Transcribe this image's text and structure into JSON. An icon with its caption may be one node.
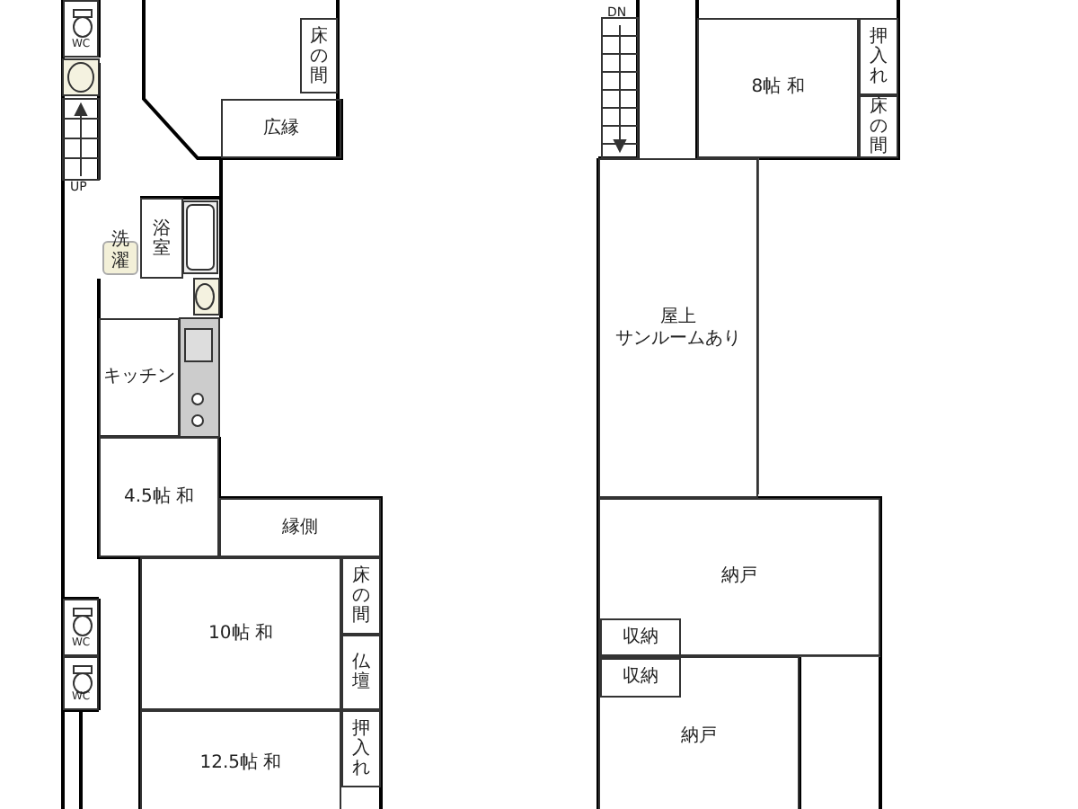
{
  "diagram": {
    "nodes": [
      {
        "text": [
          "WC"
        ]
      },
      {
        "text": [
          "床の間"
        ]
      },
      {
        "text": [
          "広縁"
        ]
      },
      {
        "text": [
          "浴室"
        ]
      },
      {
        "text": [
          "洗濯"
        ]
      },
      {
        "text": [
          "キッチン"
        ]
      },
      {
        "text": [
          "4.5帖 和"
        ]
      },
      {
        "text": [
          "縁側"
        ]
      },
      {
        "text": [
          "10帖 和"
        ]
      },
      {
        "text": [
          "床の間"
        ]
      },
      {
        "text": [
          "仏壇"
        ]
      },
      {
        "text": [
          "WC"
        ]
      },
      {
        "text": [
          "WC"
        ]
      },
      {
        "text": [
          "12.5帖 和"
        ]
      },
      {
        "text": [
          "押入れ"
        ]
      },
      {
        "text": [
          "8帖 和"
        ]
      },
      {
        "text": [
          "押入れ"
        ]
      },
      {
        "text": [
          "床の間"
        ]
      },
      {
        "text": [
          "屋上",
          "サンルームあり"
        ]
      },
      {
        "text": [
          "納戸"
        ]
      },
      {
        "text": [
          "収納"
        ],
        "in": 19
      },
      {
        "text": [
          "収納"
        ],
        "in": 22
      },
      {
        "text": [
          "納戸"
        ]
      }
    ],
    "edges": [],
    "labels": [
      "UP",
      "DN"
    ]
  }
}
